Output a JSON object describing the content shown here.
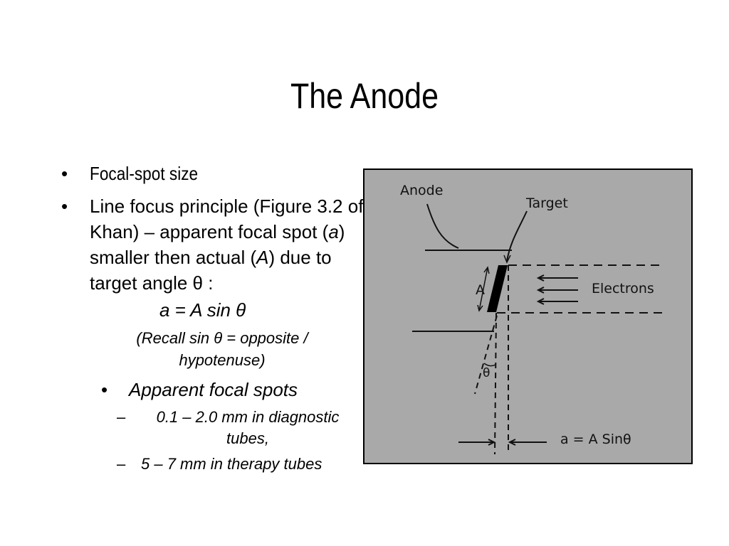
{
  "slide": {
    "title": "The Anode",
    "bullets": [
      {
        "marker": "•",
        "text": "Focal-spot size"
      },
      {
        "marker": "•",
        "text_before_a": "Line focus principle (Figure 3.2 of Khan) – apparent focal spot (",
        "a": "a",
        "text_middle": ") smaller then actual (",
        "A": "A",
        "text_after": ") due to target angle θ :"
      }
    ],
    "equation": "a = A sin  θ",
    "recall": {
      "line1": "(Recall sin θ = opposite /",
      "line2": "hypotenuse)"
    },
    "sub_bullet": {
      "marker": "•",
      "text": "Apparent focal spots"
    },
    "dash_items": [
      {
        "marker": "–",
        "line1": "0.1 – 2.0 mm in diagnostic",
        "line2": "tubes,"
      },
      {
        "marker": "–",
        "line1": "5 – 7 mm in therapy tubes"
      }
    ]
  },
  "figure": {
    "background": "#a9a9a9",
    "labels": {
      "anode": "Anode",
      "target": "Target",
      "electrons": "Electrons",
      "actual_size": "A",
      "angle": "θ",
      "formula": "a = A  Sinθ"
    }
  }
}
